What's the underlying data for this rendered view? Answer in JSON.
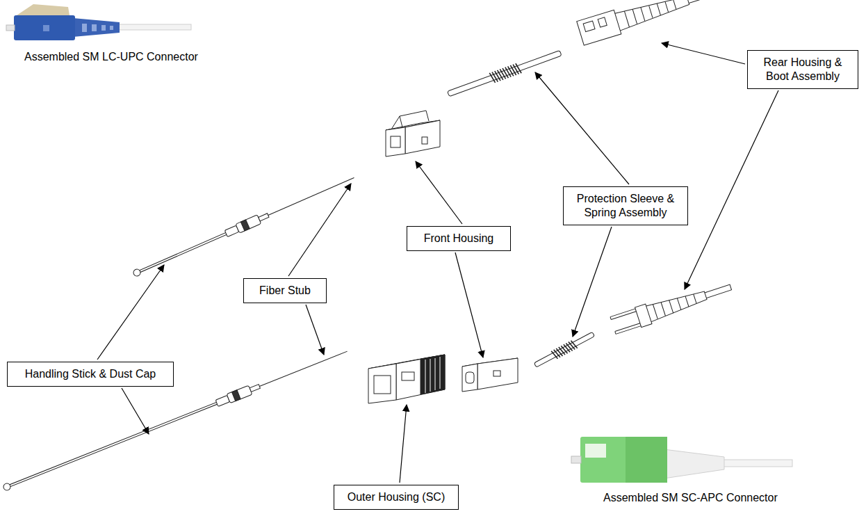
{
  "diagram": {
    "nodes": [
      {
        "text": [
          "Rear Housing & Boot Assembly"
        ]
      },
      {
        "text": [
          "Protection Sleeve & Spring Assembly"
        ]
      },
      {
        "text": [
          "Front Housing"
        ]
      },
      {
        "text": [
          "Fiber Stub"
        ]
      },
      {
        "text": [
          "Handling Stick & Dust Cap"
        ]
      },
      {
        "text": [
          "Outer Housing (SC)"
        ]
      }
    ],
    "labels": [
      "Assembled SM LC-UPC Connector",
      "Assembled SM SC-APC Connector"
    ]
  }
}
